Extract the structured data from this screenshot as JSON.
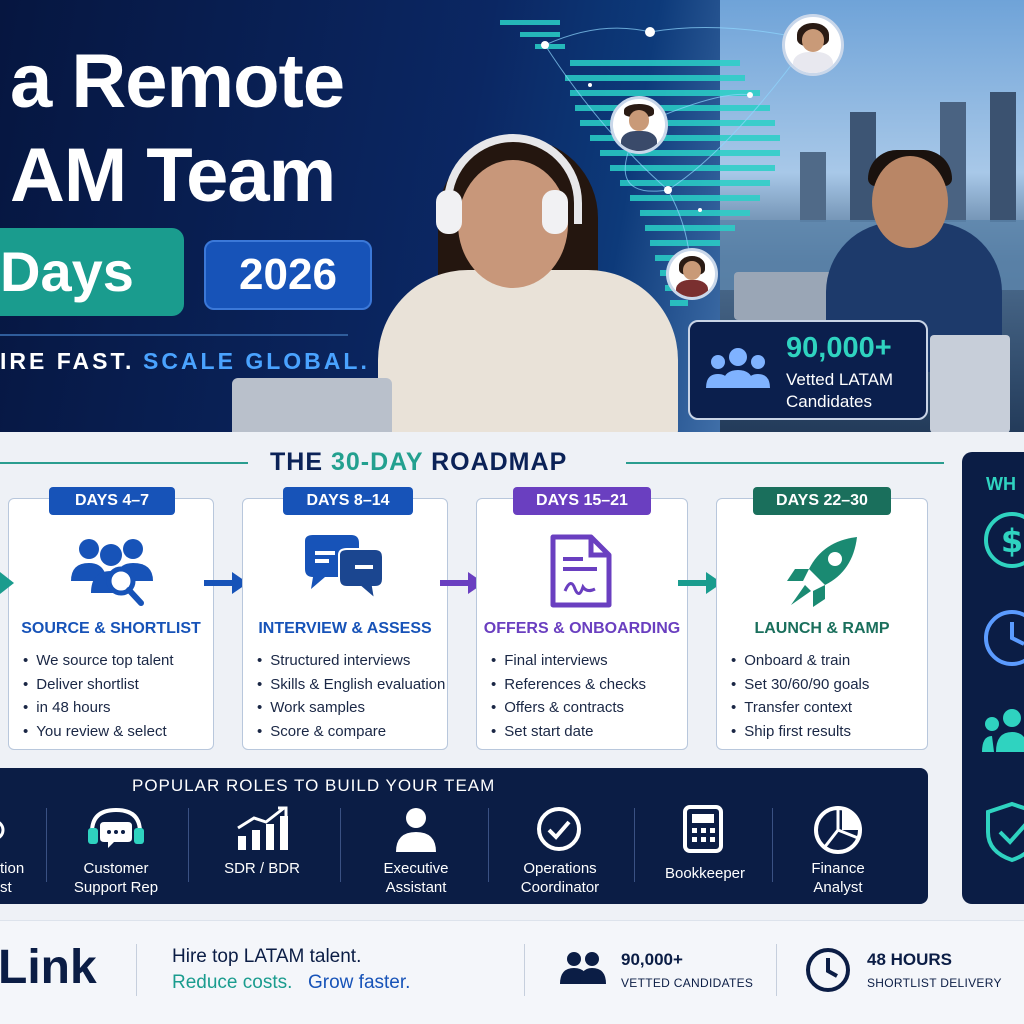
{
  "hero": {
    "title_line1": "a Remote",
    "title_line2": "AM Team",
    "days_pill": "Days",
    "year_pill": "2026",
    "tagline_part1": "IRE FAST.",
    "tagline_part2": "SCALE GLOBAL.",
    "stat": {
      "number": "90,000+",
      "line1": "Vetted LATAM",
      "line2": "Candidates",
      "icon": "people-group-icon"
    }
  },
  "roadmap": {
    "title_part1": "THE",
    "title_highlight": "30-DAY",
    "title_part2": "ROADMAP",
    "steps": [
      {
        "badge": "DAYS 4–7",
        "title": "SOURCE & SHORTLIST",
        "icon": "people-search-icon",
        "color": "#1753b8",
        "items": [
          "We source top talent",
          "Deliver shortlist",
          "in 48 hours",
          "You review & select"
        ]
      },
      {
        "badge": "DAYS 8–14",
        "title": "INTERVIEW & ASSESS",
        "icon": "chat-bubbles-icon",
        "color": "#1753b8",
        "items": [
          "Structured interviews",
          "Skills & English evaluation",
          "Work samples",
          "Score & compare"
        ]
      },
      {
        "badge": "DAYS 15–21",
        "title": "OFFERS & ONBOARDING",
        "icon": "signed-document-icon",
        "color": "#6a3fc0",
        "items": [
          "Final interviews",
          "References & checks",
          "Offers & contracts",
          "Set start date"
        ]
      },
      {
        "badge": "DAYS 22–30",
        "title": "LAUNCH & RAMP",
        "icon": "rocket-icon",
        "color": "#1a8a72",
        "items": [
          "Onboard & train",
          "Set 30/60/90 goals",
          "Transfer context",
          "Ship first results"
        ]
      }
    ]
  },
  "why": {
    "label": "WH",
    "icons": [
      "dollar-icon",
      "clock-icon",
      "people-icon",
      "shield-check-icon"
    ]
  },
  "roles": {
    "title": "POPULAR ROLES TO BUILD YOUR TEAM",
    "items": [
      {
        "line1": "tion",
        "line2": "st",
        "icon": "partial-icon"
      },
      {
        "line1": "Customer",
        "line2": "Support Rep",
        "icon": "headset-chat-icon"
      },
      {
        "line1": "SDR / BDR",
        "line2": "",
        "icon": "bar-chart-growth-icon"
      },
      {
        "line1": "Executive",
        "line2": "Assistant",
        "icon": "person-icon"
      },
      {
        "line1": "Operations",
        "line2": "Coordinator",
        "icon": "check-circle-icon"
      },
      {
        "line1": "Bookkeeper",
        "line2": "",
        "icon": "calculator-icon"
      },
      {
        "line1": "Finance",
        "line2": "Analyst",
        "icon": "pie-chart-icon"
      }
    ]
  },
  "footer": {
    "brand": "Link",
    "line1": "Hire top LATAM talent.",
    "line2a": "Reduce costs.",
    "line2b": "Grow faster.",
    "stat1_num": "90,000+",
    "stat1_label": "VETTED CANDIDATES",
    "stat2_num": "48 HOURS",
    "stat2_label": "SHORTLIST DELIVERY"
  },
  "colors": {
    "navy": "#0b1d45",
    "teal": "#1a9c8e",
    "blue": "#1753b8",
    "purple": "#6a3fc0",
    "green": "#1a8a72"
  }
}
